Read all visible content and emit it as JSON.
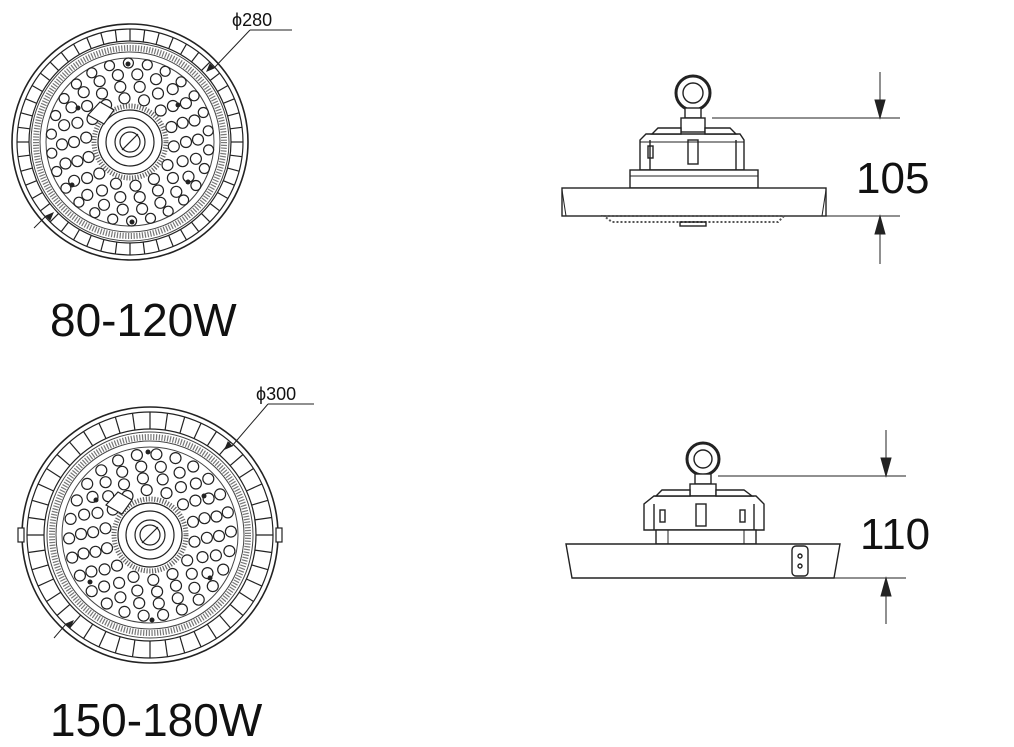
{
  "models": [
    {
      "power": "80-120W",
      "diameter": "ϕ280",
      "height": "105"
    },
    {
      "power": "150-180W",
      "diameter": "ϕ300",
      "height": "110"
    }
  ],
  "colors": {
    "line": "#222222",
    "grille": "#555555",
    "background": "#ffffff"
  }
}
